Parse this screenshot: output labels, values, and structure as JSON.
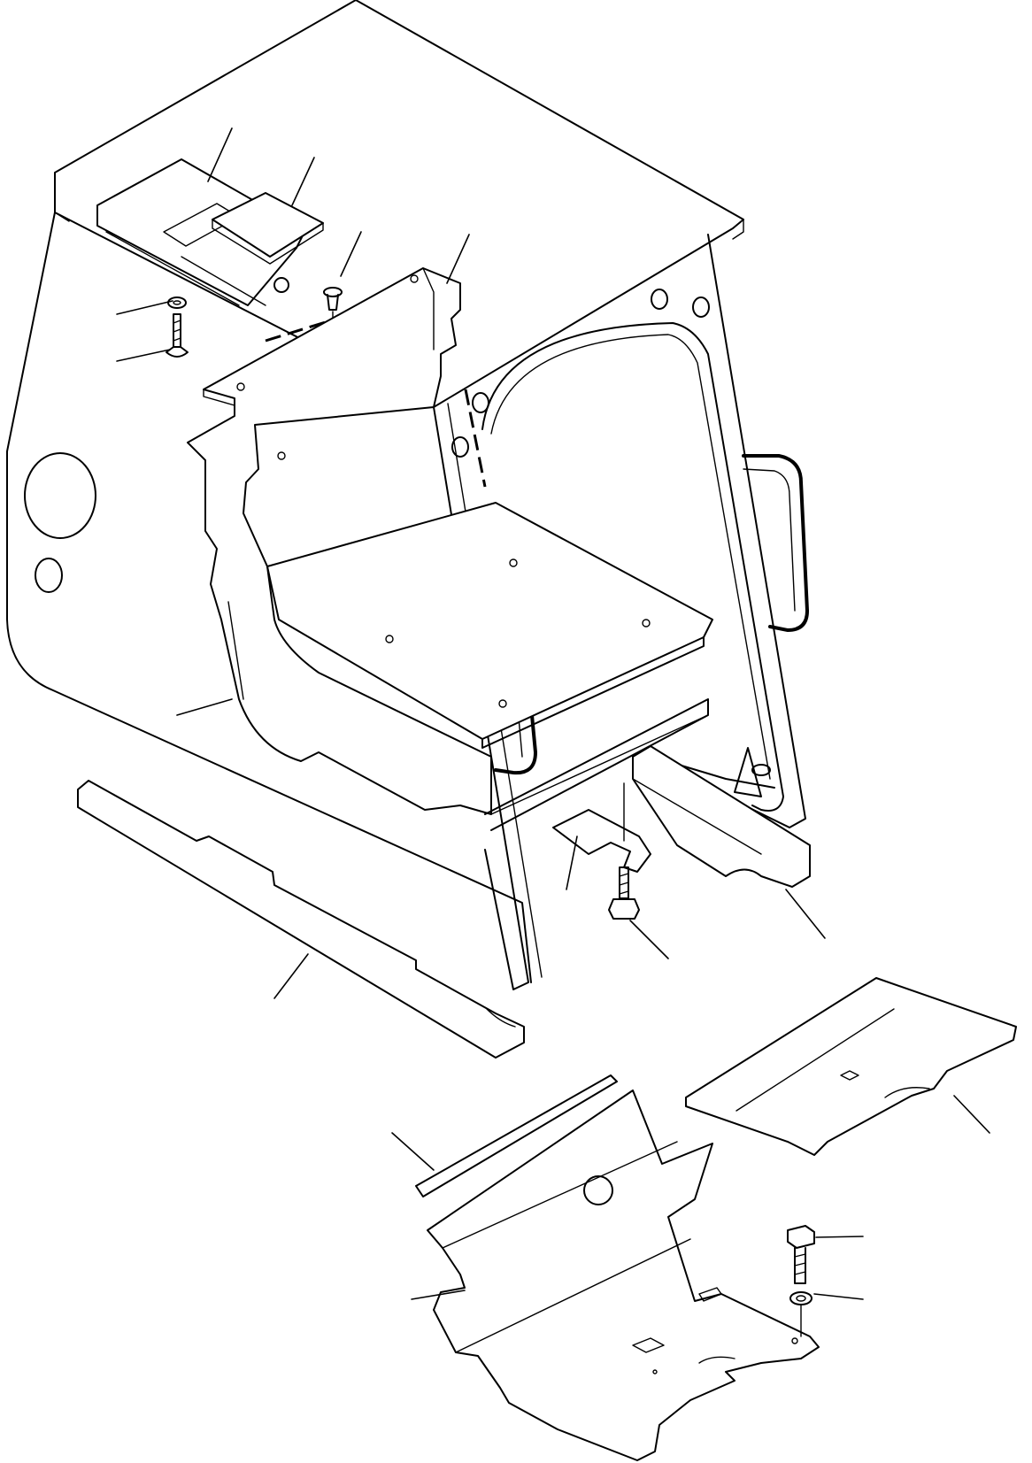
{
  "diagram": {
    "type": "exploded-parts-illustration",
    "parts": [
      {
        "name": "cab-shell-frame"
      },
      {
        "name": "fuse-box-cover-main"
      },
      {
        "name": "fuse-box-cover-small"
      },
      {
        "name": "push-rivet-clip"
      },
      {
        "name": "washer-top"
      },
      {
        "name": "screw-top"
      },
      {
        "name": "inner-side-panel"
      },
      {
        "name": "seat-base-panel"
      },
      {
        "name": "bottom-left-rail"
      },
      {
        "name": "mounting-bracket"
      },
      {
        "name": "hex-bolt-bracket"
      },
      {
        "name": "bottom-right-rail"
      },
      {
        "name": "floor-plate-right"
      },
      {
        "name": "seal-strip"
      },
      {
        "name": "floor-mat-lower"
      },
      {
        "name": "hex-bolt-lower"
      },
      {
        "name": "washer-lower"
      }
    ],
    "leader_count": 17
  }
}
